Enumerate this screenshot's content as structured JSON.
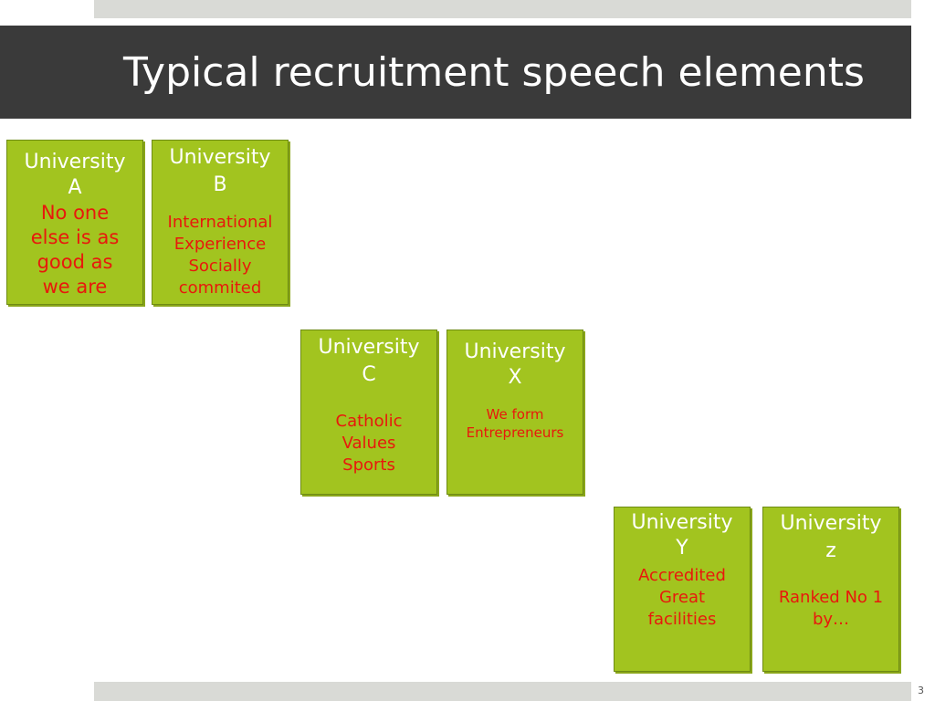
{
  "slide": {
    "title": "Typical recruitment speech elements",
    "page_number": "3",
    "boxes": [
      {
        "name": "University\nA",
        "description": "No one\nelse is as\ngood as\nwe are"
      },
      {
        "name": "University\nB",
        "description": "International\nExperience\nSocially\ncommited"
      },
      {
        "name": "University\nC",
        "description": "Catholic\nValues\nSports"
      },
      {
        "name": "University\nX",
        "description": "We form\nEntrepreneurs"
      },
      {
        "name": "University\nY",
        "description": "Accredited\nGreat\nfacilities"
      },
      {
        "name": "University\nz",
        "description": "Ranked No 1\nby…"
      }
    ],
    "colors": {
      "box_fill": "#a2c41f",
      "box_name_text": "#ffffff",
      "box_description_text": "#e8180c",
      "title_bar": "#3a3a3a"
    }
  }
}
